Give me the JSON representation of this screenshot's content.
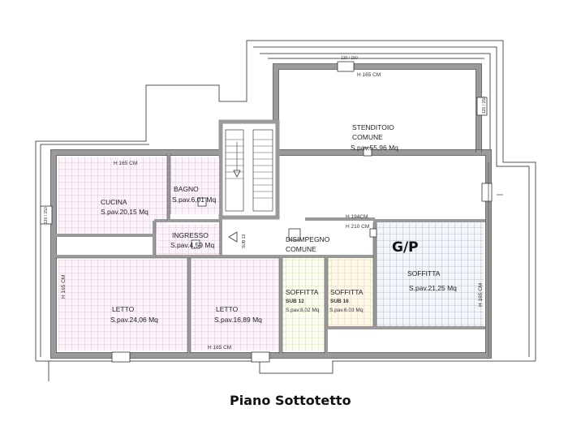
{
  "title": "Piano Sottotetto",
  "marker": "G/P",
  "rooms": {
    "cucina": {
      "name": "CUCINA",
      "area": "S.pav.20,15 Mq"
    },
    "bagno": {
      "name": "BAGNO",
      "area": "S.pav.6,01 Mq"
    },
    "ingresso": {
      "name": "INGRESSO",
      "area": "S.pav.4,59 Mq"
    },
    "letto1": {
      "name": "LETTO",
      "area": "S.pav.24,06 Mq"
    },
    "letto2": {
      "name": "LETTO",
      "area": "S.pav.16,89 Mq"
    },
    "stenditoio": {
      "name1": "STENDITOIO",
      "name2": "COMUNE",
      "area": "S.pav.55,96 Mq"
    },
    "disimpegno": {
      "name1": "DISIMPEGNO",
      "name2": "COMUNE"
    },
    "soffitta12": {
      "name": "SOFFITTA",
      "sub": "SUB 12",
      "area": "S.pav.8,02 Mq"
    },
    "soffitta16": {
      "name": "SOFFITTA",
      "sub": "SUB 16",
      "area": "S.pav.6.03 Mq"
    },
    "soffittaBig": {
      "name": "SOFFITTA",
      "area": "S.pav.21,25 Mq"
    }
  },
  "heights": {
    "h165_top_left": "H 165 CM",
    "h165_top": "H 165 CM",
    "h194": "H 194CM",
    "h210": "H 210 CM",
    "h165_bottom": "H 165 CM",
    "h165_left": "H 165 CM",
    "h165_right": "H 165 CM"
  },
  "annotations": {
    "sub": "SUB 13",
    "win_top": "120 / 150",
    "win_right": "120 / 150",
    "win_left": "120 / 150"
  },
  "colors": {
    "wall": "#9a9a9a",
    "wall_dark": "#777777",
    "tile_pink": "#d9b8d4",
    "tile_yellow": "#dce8a8",
    "tile_orange": "#f0d8a0",
    "tile_blue": "#b8c8d8"
  }
}
